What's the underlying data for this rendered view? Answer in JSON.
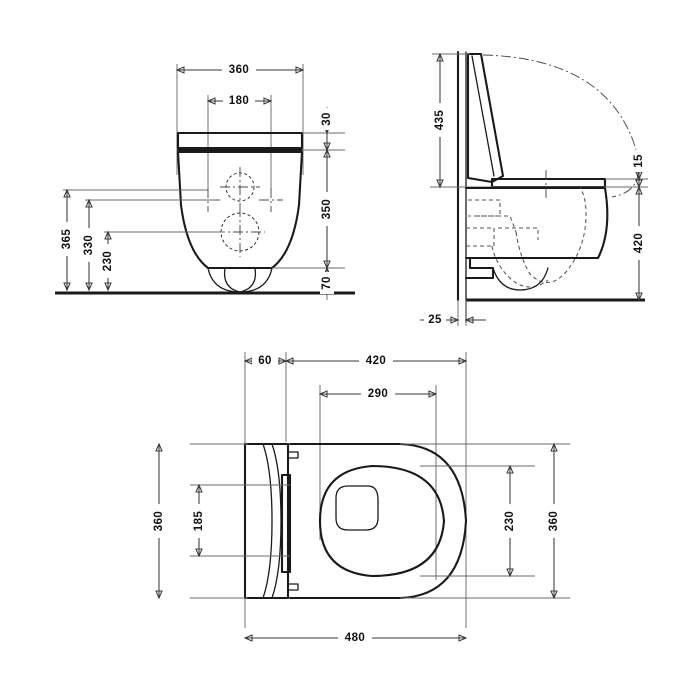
{
  "drawing": {
    "title": "Wall-hung WC technical dimension drawing",
    "units": "mm",
    "line_color": "#1a1a1a",
    "dim_color": "#3a3a3a",
    "background": "#ffffff"
  },
  "views": {
    "front": {
      "name": "front-elevation",
      "dimensions": {
        "width_overall": "360",
        "bolt_spacing": "180",
        "seat_thickness": "30",
        "bowl_height": "350",
        "outlet_drop": "70",
        "height_to_top": "365",
        "height_upper_fixing": "330",
        "height_outlet": "230"
      }
    },
    "side": {
      "name": "side-elevation",
      "dimensions": {
        "lid_open_height": "435",
        "seat_thickness": "15",
        "projection_height": "420",
        "wall_offset": "25"
      }
    },
    "plan": {
      "name": "plan-view",
      "dimensions": {
        "rear_offset": "60",
        "bowl_length": "420",
        "seat_opening_length": "290",
        "hinge_spacing": "185",
        "seat_opening_width": "230",
        "width_left": "360",
        "width_right": "360",
        "overall_length": "480"
      }
    }
  }
}
